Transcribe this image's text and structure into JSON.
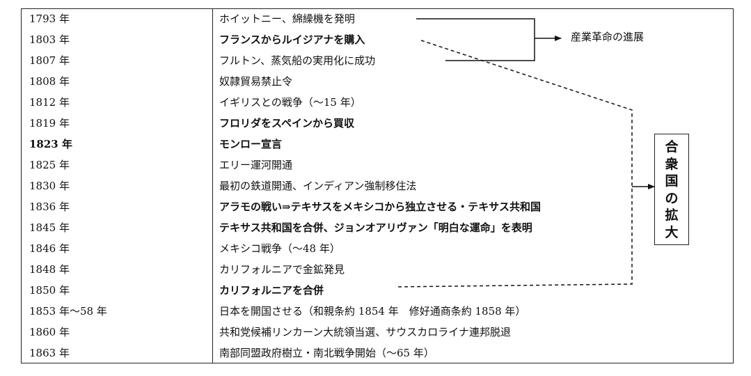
{
  "rows": [
    {
      "year": "1793 年",
      "event": "ホイットニー、綿繰機を発明",
      "bold": false
    },
    {
      "year": "1803 年",
      "event": "フランスからルイジアナを購入",
      "bold": true
    },
    {
      "year": "1807 年",
      "event": "フルトン、蒸気船の実用化に成功",
      "bold": false
    },
    {
      "year": "1808 年",
      "event": "奴隷貿易禁止令",
      "bold": false
    },
    {
      "year": "1812 年",
      "event": "イギリスとの戦争（～15 年）",
      "bold": false
    },
    {
      "year": "1819 年",
      "event": "フロリダをスペインから買収",
      "bold": true
    },
    {
      "year": "1823 年",
      "event": "モンロー宣言",
      "bold": true
    },
    {
      "year": "1825 年",
      "event": "エリー運河開通",
      "bold": false
    },
    {
      "year": "1830 年",
      "event": "最初の鉄道開通、インディアン強制移住法",
      "bold": false
    },
    {
      "year": "1836 年",
      "event": "アラモの戦い⇒テキサスをメキシコから独立させる・テキサス共和国",
      "bold": true
    },
    {
      "year": "1845 年",
      "event": "テキサス共和国を合併、ジョンオアリヴァン「明白な運命」を表明",
      "bold": true
    },
    {
      "year": "1846 年",
      "event": "メキシコ戦争（～48 年）",
      "bold": false
    },
    {
      "year": "1848 年",
      "event": "カリフォルニアで金鉱発見",
      "bold": false
    },
    {
      "year": "1850 年",
      "event": "カリフォルニアを合併",
      "bold": true
    },
    {
      "year": "1853 年～58 年",
      "event": "日本を開国させる（和親条約 1854 年　修好通商条約 1858 年）",
      "bold": false
    },
    {
      "year": "1860 年",
      "event": "共和党候補リンカーン大統領当選、サウスカロライナ連邦脱退",
      "bold": false
    },
    {
      "year": "1863 年",
      "event": "南部同盟政府樹立・南北戦争開始（～65 年）",
      "bold": false
    }
  ],
  "annotations": {
    "industrial_revolution": "産業革命の進展",
    "territorial_expansion": [
      "合",
      "衆",
      "国",
      "の",
      "拡",
      "大"
    ]
  }
}
